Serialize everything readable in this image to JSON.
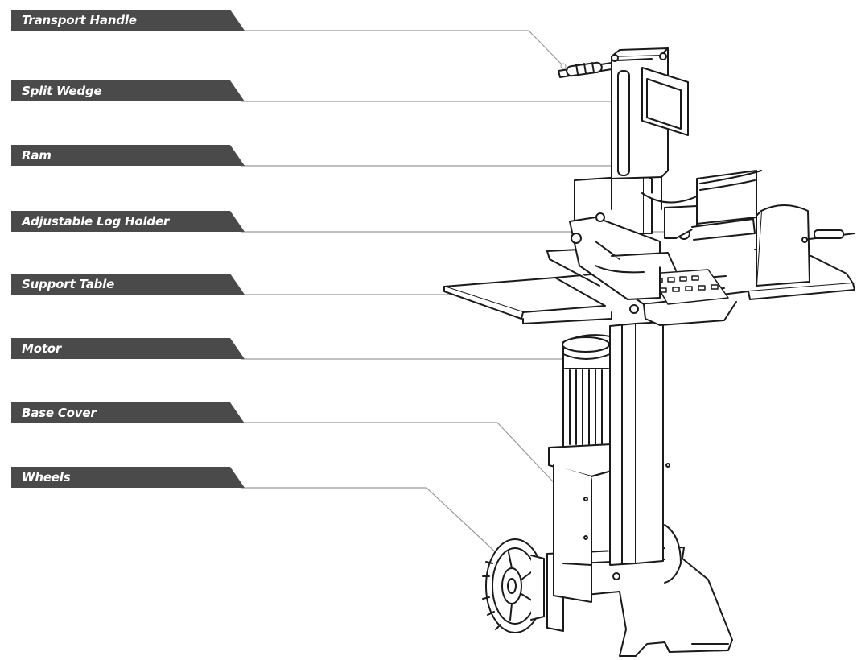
{
  "title": "",
  "tag_color": "#4a4a4a",
  "leader_color": "#9a9a9a",
  "drawing_color": "#1a1a1a",
  "labels": [
    {
      "id": "transport-handle",
      "text": "Transport Handle"
    },
    {
      "id": "split-wedge",
      "text": "Split Wedge"
    },
    {
      "id": "ram",
      "text": "Ram"
    },
    {
      "id": "adjustable-log-holder",
      "text": "Adjustable Log Holder"
    },
    {
      "id": "support-table",
      "text": "Support Table"
    },
    {
      "id": "motor",
      "text": "Motor"
    },
    {
      "id": "base-cover",
      "text": "Base Cover"
    },
    {
      "id": "wheels",
      "text": "Wheels"
    }
  ]
}
